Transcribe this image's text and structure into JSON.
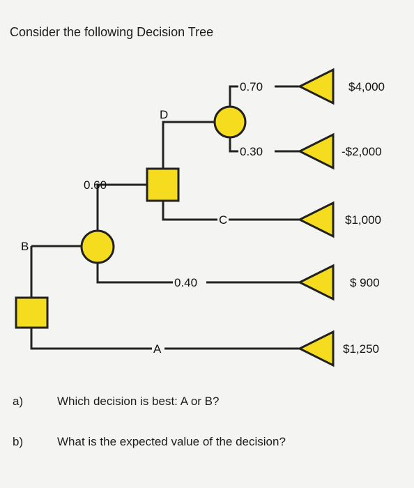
{
  "title": "Consider the following Decision Tree",
  "colors": {
    "node_fill": "#f5dc1e",
    "node_stroke": "#222222",
    "line": "#222222",
    "background": "#f4f4f2"
  },
  "labels": {
    "p070": "0.70",
    "p030": "0.30",
    "p060": "0.60",
    "p040": "0.40",
    "A": "A",
    "B": "B",
    "C": "C",
    "D": "D"
  },
  "payoffs": {
    "p1": "$4,000",
    "p2": "-$2,000",
    "p3": "$1,000",
    "p4": "$ 900",
    "p5": "$1,250"
  },
  "questions": [
    {
      "label": "a)",
      "text": "Which decision is best: A or B?"
    },
    {
      "label": "b)",
      "text": "What is the expected value of the decision?"
    }
  ]
}
